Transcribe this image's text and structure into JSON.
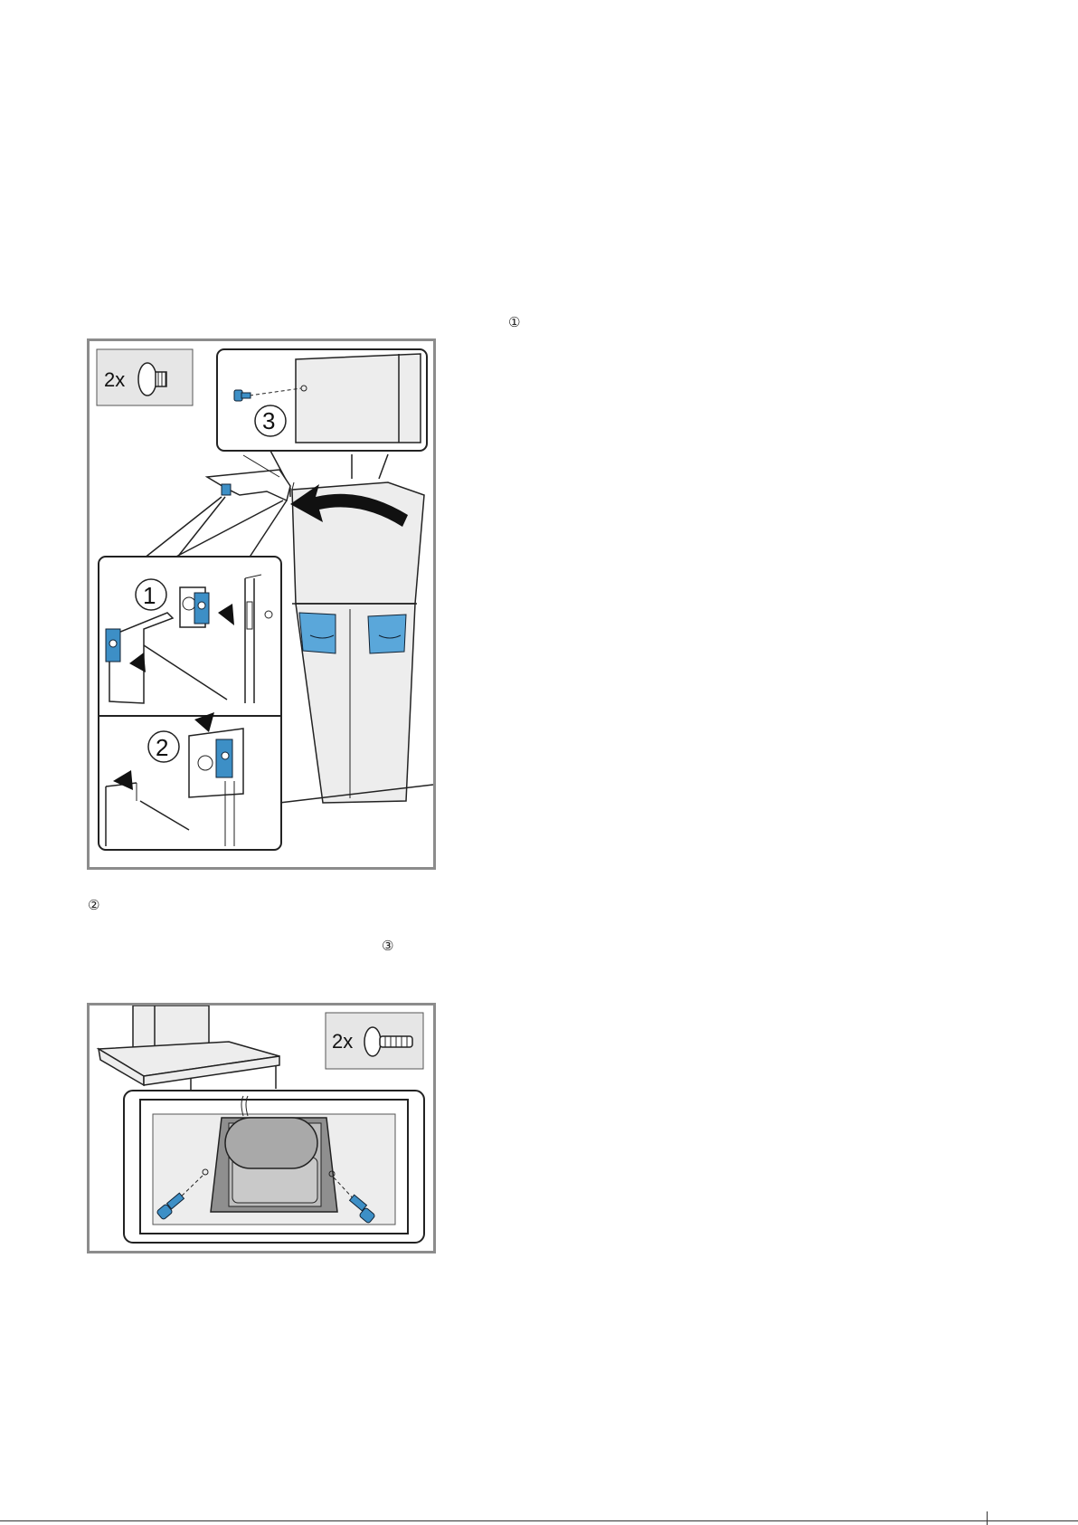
{
  "markers": {
    "step1": "①",
    "step2": "②",
    "step3": "③"
  },
  "figure1": {
    "screw_qty": "2x",
    "steps": [
      "1",
      "2",
      "3"
    ]
  },
  "figure2": {
    "screw_qty": "2x"
  },
  "colors": {
    "accent_blue": "#3d8fc6",
    "frame_grey": "#8c8c8c",
    "panel_grey": "#e6e6e6"
  }
}
